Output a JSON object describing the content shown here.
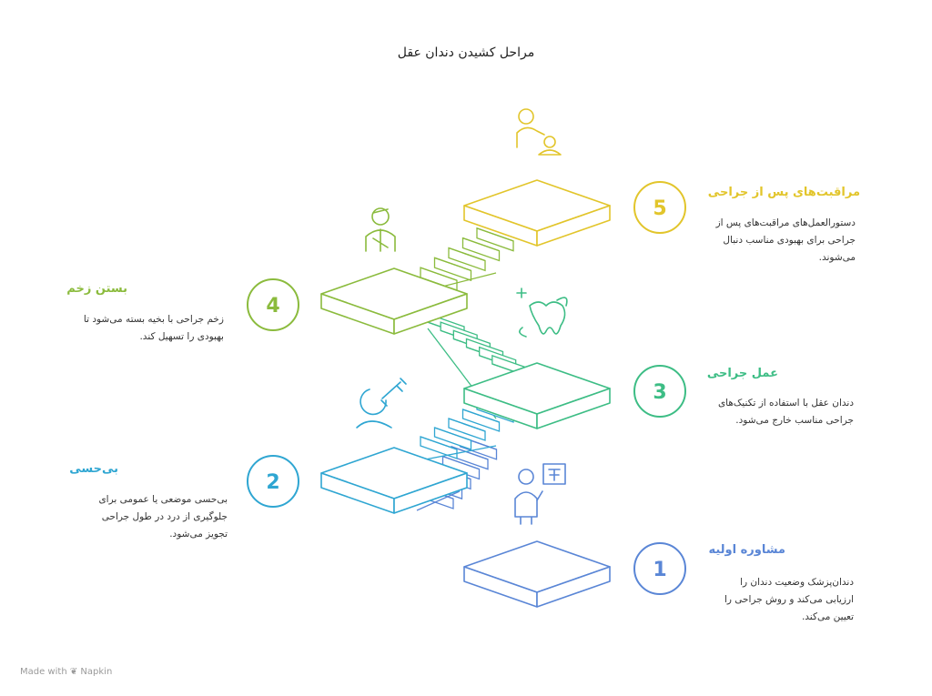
{
  "title": "مراحل کشیدن دندان عقل",
  "steps": [
    {
      "number": "1",
      "title": "مشاوره اولیه",
      "lines": [
        "دندان‌پزشک وضعیت دندان را",
        "ارزیابی می‌کند و روش جراحی را",
        "تعیین می‌کند."
      ],
      "color": "#5a86d6"
    },
    {
      "number": "2",
      "title": "بی‌حسی",
      "lines": [
        "بی‌حسی موضعی یا عمومی برای",
        "جلوگیری از درد در طول جراحی",
        "تجویز می‌شود."
      ],
      "color": "#2fa6d2"
    },
    {
      "number": "3",
      "title": "عمل جراحی",
      "lines": [
        "دندان عقل با استفاده از تکنیک‌های",
        "جراحی مناسب خارج می‌شود."
      ],
      "color": "#3dbd85"
    },
    {
      "number": "4",
      "title": "بستن زخم",
      "lines": [
        "زخم جراحی با بخیه بسته می‌شود تا",
        "بهبودی را تسهیل کند."
      ],
      "color": "#8bbb3d"
    },
    {
      "number": "5",
      "title": "مراقبت‌های پس از جراحی",
      "lines": [
        "دستورالعمل‌های مراقبت‌های پس از",
        "جراحی برای بهبودی مناسب دنبال",
        "می‌شوند."
      ],
      "color": "#e2c52b"
    }
  ],
  "icons": [
    "doctor-xray-icon",
    "syringe-icon",
    "tooth-icon",
    "bandaged-patient-icon",
    "caregiver-icon"
  ],
  "footer": {
    "made_with": "Made with",
    "brand": "Napkin"
  }
}
